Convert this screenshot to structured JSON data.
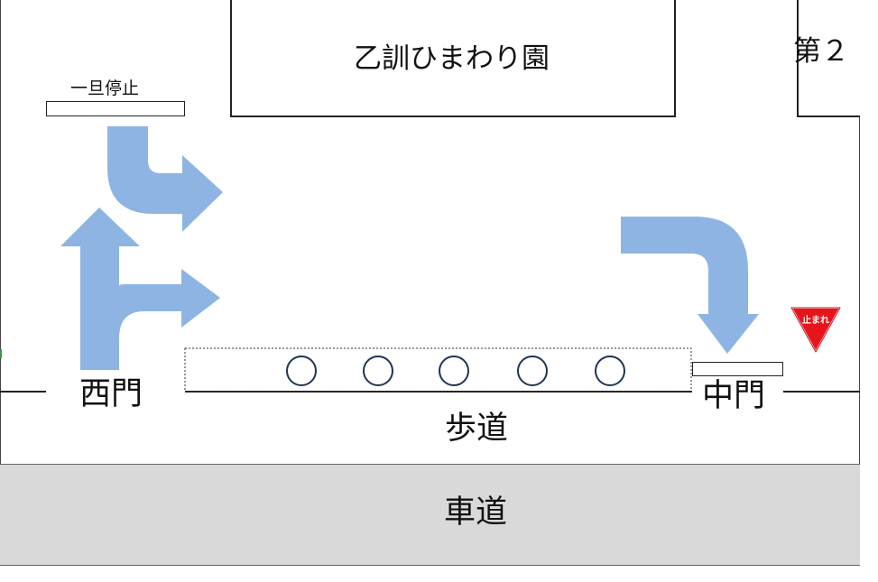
{
  "labels": {
    "building_main": "乙訓ひまわり園",
    "building_second": "第２",
    "stop_label": "一旦停止",
    "west_gate": "西門",
    "middle_gate": "中門",
    "sidewalk": "歩道",
    "roadway": "車道",
    "stop_sign_text": "止まれ"
  },
  "colors": {
    "arrow": "#8eb4e3",
    "stop_sign": "#e8141b",
    "road": "#d9d9d9",
    "circle_stroke": "#1f3552"
  },
  "circles_count": 5
}
